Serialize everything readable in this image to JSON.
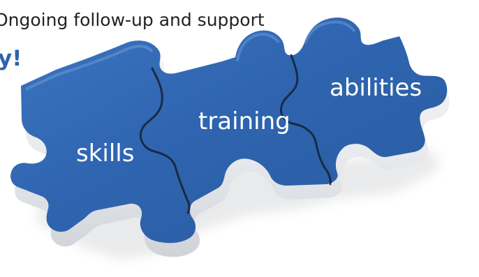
{
  "top_text": {
    "line_1": "",
    "line_2": "Ongoing follow-up and support"
  },
  "headline": {
    "fragment": "y!"
  },
  "puzzle": {
    "pieces": [
      {
        "label": "skills"
      },
      {
        "label": "training"
      },
      {
        "label": "abilities"
      }
    ]
  },
  "colors": {
    "puzzle_blue": "#2f65b0",
    "puzzle_side": "#e9ebee",
    "headline_blue": "#2d63ac"
  }
}
